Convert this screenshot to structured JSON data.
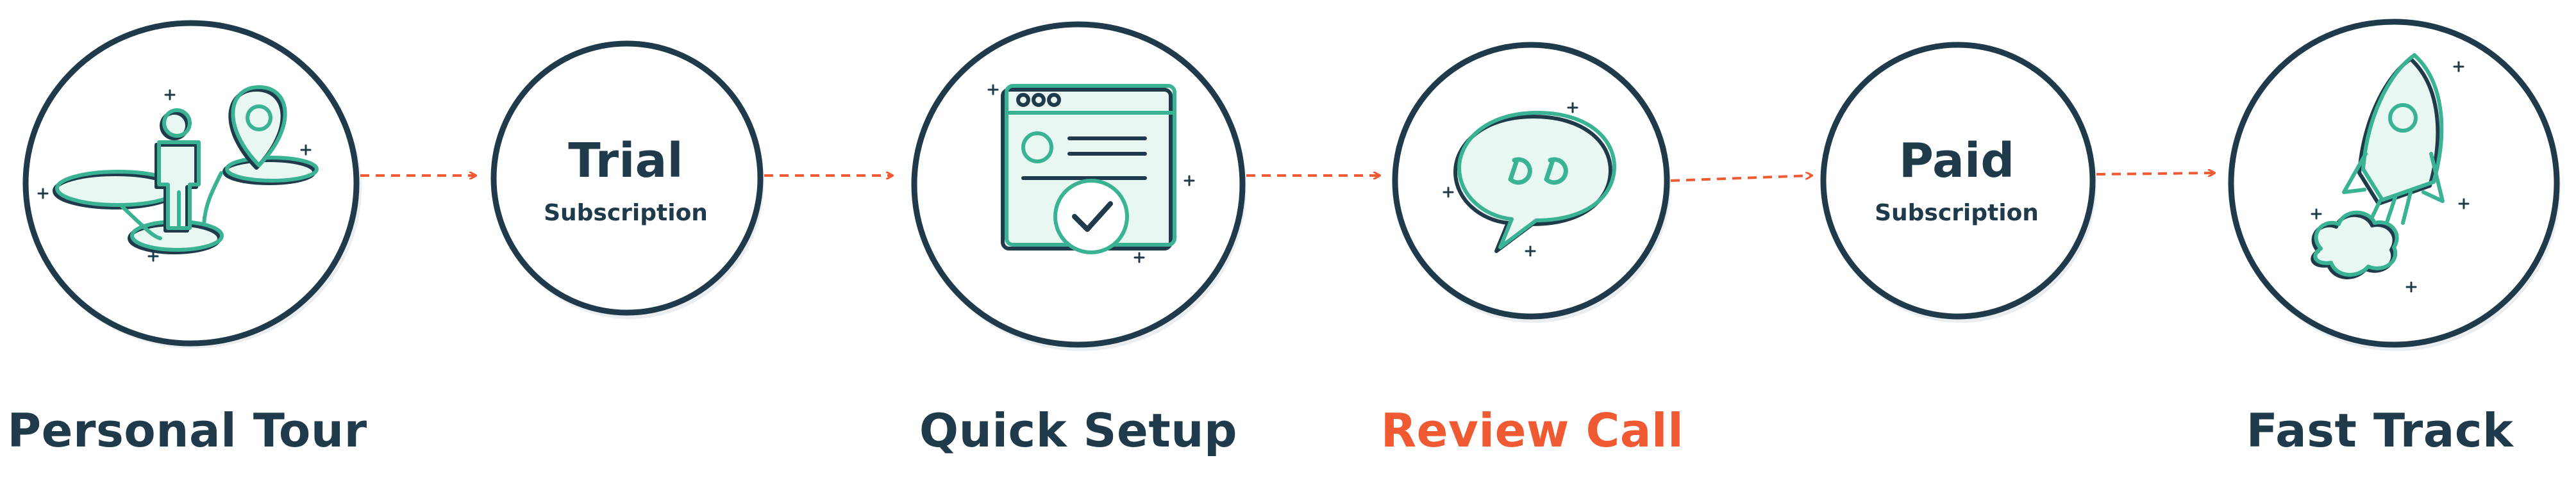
{
  "colors": {
    "ink": "#1f3a4a",
    "teal": "#3ab394",
    "tealFill": "#e9f7f2",
    "accent": "#f05a32",
    "shadow": "#d7dde1"
  },
  "steps": [
    {
      "id": "personal-tour",
      "icon": "map-pin-person-icon",
      "label": "Personal Tour",
      "highlight": false
    },
    {
      "id": "trial",
      "title": "Trial",
      "subtitle": "Subscription"
    },
    {
      "id": "quick-setup",
      "icon": "browser-check-icon",
      "label": "Quick Setup",
      "highlight": false
    },
    {
      "id": "review-call",
      "icon": "speech-bubble-quote-icon",
      "label": "Review Call",
      "highlight": true
    },
    {
      "id": "paid",
      "title": "Paid",
      "subtitle": "Subscription"
    },
    {
      "id": "fast-track",
      "icon": "rocket-icon",
      "label": "Fast Track",
      "highlight": false
    }
  ]
}
